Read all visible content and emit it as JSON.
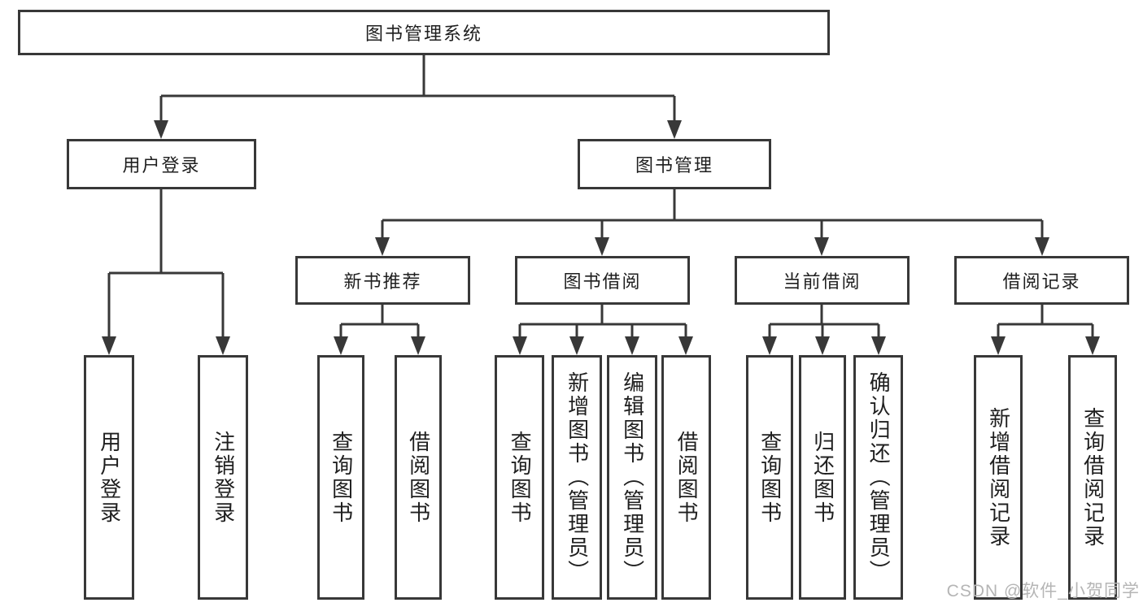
{
  "colors": {
    "line": "#383838",
    "text": "#1f1f1f",
    "background": "#ffffff",
    "watermark": "#b5b5b5"
  },
  "watermark": {
    "text": "CSDN @软件_小贺同学"
  },
  "tree": {
    "label": "图书管理系统",
    "children": [
      {
        "label": "用户登录",
        "children": [
          {
            "label": "用户登录"
          },
          {
            "label": "注销登录"
          }
        ]
      },
      {
        "label": "图书管理",
        "children": [
          {
            "label": "新书推荐",
            "children": [
              {
                "label": "查询图书"
              },
              {
                "label": "借阅图书"
              }
            ]
          },
          {
            "label": "图书借阅",
            "children": [
              {
                "label": "查询图书"
              },
              {
                "label": "新增图书（管理员）"
              },
              {
                "label": "编辑图书（管理员）"
              },
              {
                "label": "借阅图书"
              }
            ]
          },
          {
            "label": "当前借阅",
            "children": [
              {
                "label": "查询图书"
              },
              {
                "label": "归还图书"
              },
              {
                "label": "确认归还（管理员）"
              }
            ]
          },
          {
            "label": "借阅记录",
            "children": [
              {
                "label": "新增借阅记录"
              },
              {
                "label": "查询借阅记录"
              }
            ]
          }
        ]
      }
    ]
  }
}
